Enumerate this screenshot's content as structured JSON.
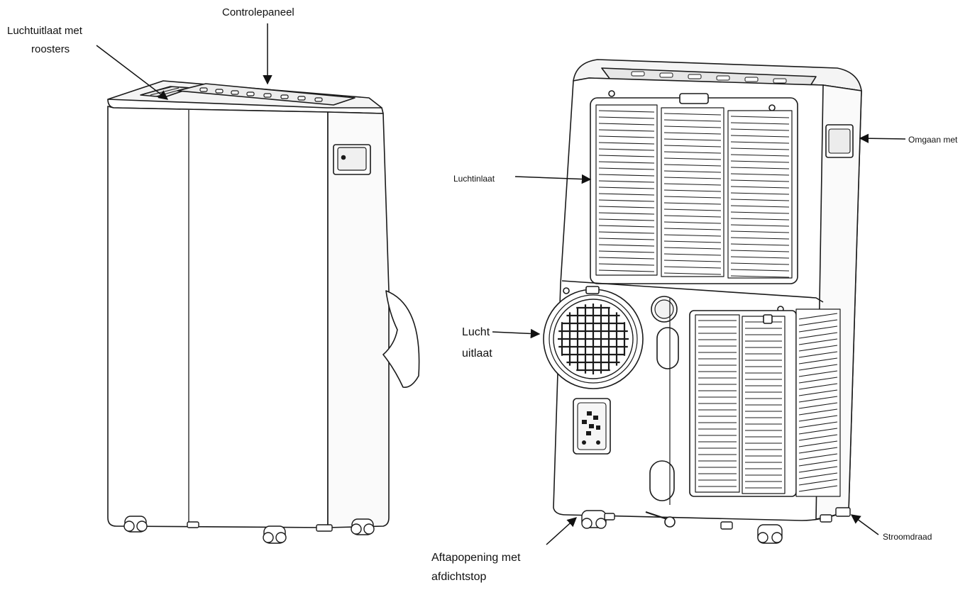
{
  "labels": {
    "controlepaneel": "Controlepaneel",
    "luchtuitlaat_line1": "Luchtuitlaat met",
    "luchtuitlaat_line2": "roosters",
    "luchtinlaat": "Luchtinlaat",
    "omgaan": "Omgaan met",
    "lucht_line1": "Lucht",
    "lucht_line2": "uitlaat",
    "aftap_line1": "Aftapopening met",
    "aftap_line2": "afdichtstop",
    "stroomdraad": "Stroomdraad"
  },
  "colors": {
    "stroke": "#1a1a1a",
    "fill": "#ffffff",
    "shade": "#f4f4f4"
  }
}
